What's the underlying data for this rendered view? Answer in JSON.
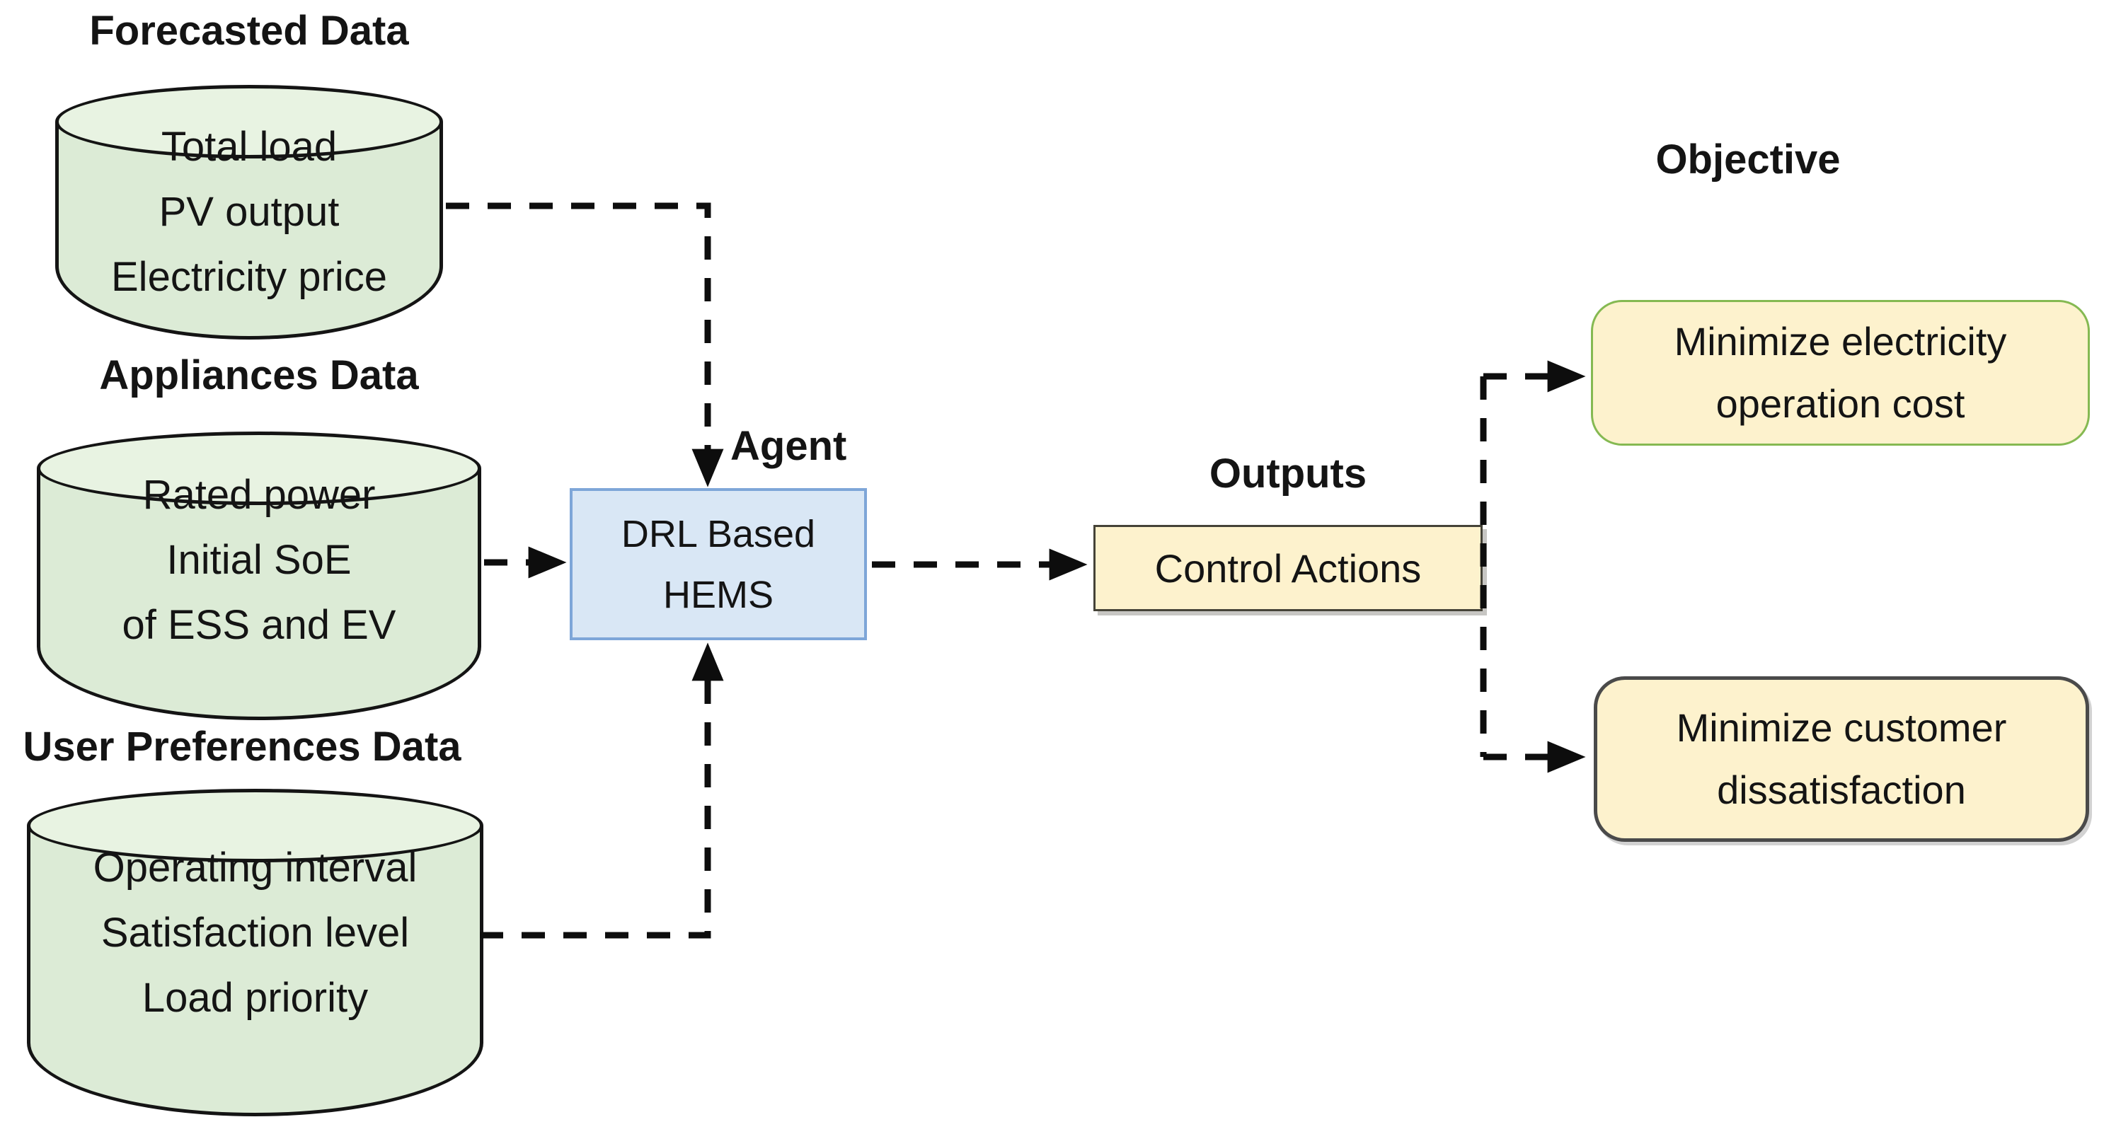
{
  "inputs": {
    "databases": [
      {
        "title": "Forecasted Data",
        "lines": [
          "Total load",
          "PV output",
          "Electricity price"
        ]
      },
      {
        "title": "Appliances Data",
        "lines": [
          "Rated power",
          "Initial SoE",
          "of ESS and EV"
        ]
      },
      {
        "title": "User Preferences Data",
        "lines": [
          "Operating interval",
          "Satisfaction level",
          "Load priority"
        ]
      }
    ]
  },
  "agent": {
    "label": "Agent",
    "box": {
      "line1": "DRL Based",
      "line2": "HEMS"
    }
  },
  "outputs": {
    "label": "Outputs",
    "box": "Control Actions"
  },
  "objective": {
    "label": "Objective",
    "goals": [
      "Minimize electricity operation cost",
      "Minimize customer dissatisfaction"
    ]
  },
  "connections": [
    {
      "from": "forecasted-data",
      "to": "drl-based-hems",
      "style": "dashed-arrow"
    },
    {
      "from": "appliances-data",
      "to": "drl-based-hems",
      "style": "dashed-arrow"
    },
    {
      "from": "user-preferences-data",
      "to": "drl-based-hems",
      "style": "dashed-arrow"
    },
    {
      "from": "drl-based-hems",
      "to": "control-actions",
      "style": "dashed-arrow"
    },
    {
      "from": "control-actions",
      "to": "minimize-electricity-operation-cost",
      "style": "dashed-arrow"
    },
    {
      "from": "control-actions",
      "to": "minimize-customer-dissatisfaction",
      "style": "dashed-arrow"
    }
  ],
  "colors": {
    "cylinder_fill": "#dcebd6",
    "cylinder_top_fill": "#e8f3e2",
    "cylinder_border": "#141414",
    "hems_fill": "#d9e7f5",
    "hems_border": "#7ea6d8",
    "panel_fill": "#fdf2cd",
    "control_border": "#454338",
    "objective_cost_border": "#85b952",
    "objective_dissat_border": "#4a4a4a",
    "arrow_color": "#0d0d0d",
    "text_color": "#141414"
  }
}
